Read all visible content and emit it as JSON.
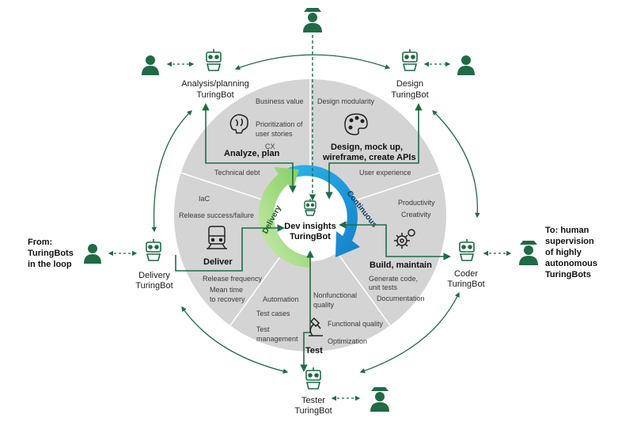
{
  "center": {
    "line1": "Dev insights",
    "line2": "TuringBot"
  },
  "cycle": {
    "continuous": "Continuous",
    "delivery": "Delivery"
  },
  "side_notes": {
    "left": [
      "From:",
      "TuringBots",
      "in the loop"
    ],
    "right": [
      "To: human",
      "supervision",
      "of highly",
      "autonomous",
      "TuringBots"
    ]
  },
  "bots": {
    "analysis": [
      "Analysis/planning",
      "TuringBot"
    ],
    "design": [
      "Design",
      "TuringBot"
    ],
    "coder": [
      "Coder",
      "TuringBot"
    ],
    "tester": [
      "Tester",
      "TuringBot"
    ],
    "delivery": [
      "Delivery",
      "TuringBot"
    ]
  },
  "stages": {
    "analyze": {
      "title": "Analyze, plan",
      "items": [
        "Business value",
        "Prioritization of",
        "user stories",
        "CX",
        "Technical debt"
      ]
    },
    "design": {
      "title": [
        "Design, mock up,",
        "wireframe, create APIs"
      ],
      "items": [
        "Design modularity",
        "User experience"
      ]
    },
    "build": {
      "title": "Build, maintain",
      "items": [
        "Productivity",
        "Creativity",
        "Generate code,",
        "unit tests",
        "Documentation"
      ]
    },
    "test": {
      "title": "Test",
      "items": [
        "Automation",
        "Test cases",
        "Test",
        "management",
        "Nonfunctional",
        "quality",
        "Functional quality",
        "Optimization"
      ]
    },
    "deliver": {
      "title": "Deliver",
      "items": [
        "IaC",
        "Release success/failure",
        "Release frequency",
        "Mean time",
        "to recovery"
      ]
    }
  },
  "icons": {
    "analyze": "brain-icon",
    "design": "palette-icon",
    "build": "gears-icon",
    "test": "microscope-icon",
    "deliver": "train-icon",
    "bot": "robot-icon",
    "human": "person-icon",
    "supervisor": "hat-person-icon"
  },
  "colors": {
    "green": "#1f6b45",
    "light_green": "#8fd16a",
    "blue": "#1aa3e0",
    "wheel": "#d4d4d4"
  }
}
